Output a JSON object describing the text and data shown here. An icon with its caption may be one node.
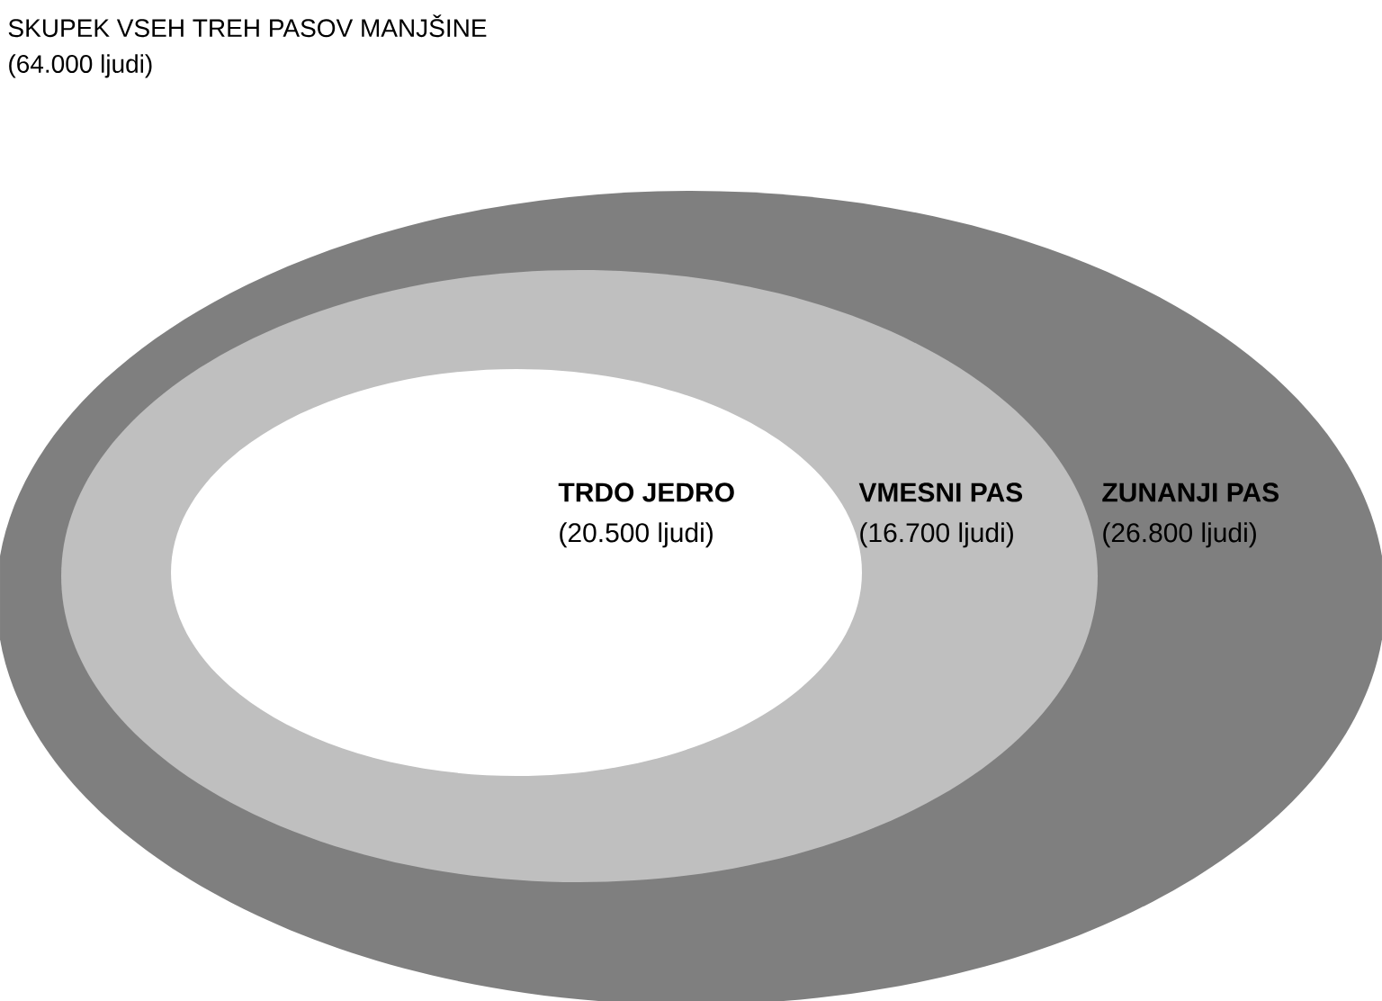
{
  "diagram": {
    "title": "SKUPEK VSEH TREH PASOV MANJŠINE",
    "nodes": [
      {
        "text": [
          "ZUNANJI PAS",
          "(26.800 ljudi)"
        ]
      },
      {
        "text": [
          "VMESNI PAS",
          "(16.700 ljudi)"
        ],
        "in": 0
      },
      {
        "text": [
          "TRDO JEDRO",
          "(20.500 ljudi)"
        ],
        "in": 1
      }
    ],
    "labels": [
      "(64.000 ljudi)"
    ]
  }
}
